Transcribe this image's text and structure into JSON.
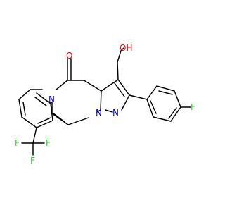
{
  "colors": {
    "bond": "#000000",
    "oxygen": "#ff0000",
    "nitrogen": "#0000ff",
    "fluorine": "#33cc33"
  },
  "atom_labels": {
    "hydroxyl": "OH",
    "carbonyl_oxygen": "O",
    "ring_nitrogen_1": "N",
    "ring_nitrogen_2": "N",
    "ring_nitrogen_3": "N",
    "fluoro": "F",
    "cf3_f1": "F",
    "cf3_f2": "F",
    "cf3_f3": "F"
  }
}
